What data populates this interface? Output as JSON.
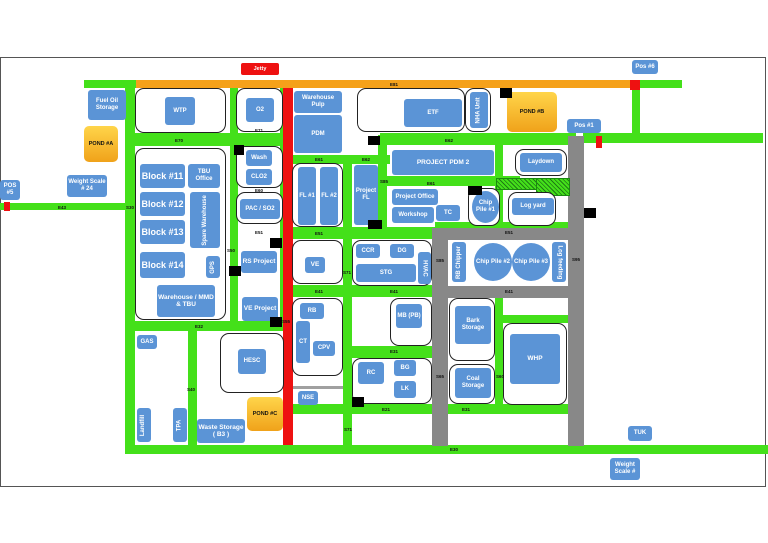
{
  "colors": {
    "road": "#44e01a",
    "main_road": "#f5a11a",
    "rail": "#ee1111",
    "internal_road": "#888888",
    "building": "#5b94d6",
    "pond": "#f0a21a"
  },
  "jetty": "Jetty",
  "ponds": {
    "a": "POND #A",
    "b": "POND #B",
    "c": "POND #C"
  },
  "posts": {
    "pos6": "Pos #6",
    "pos1": "Pos #1",
    "pos5": "POS #5",
    "tuk": "TUK"
  },
  "weight": {
    "w24": "Weight Scale # 24",
    "wf": "Weight Scale #"
  },
  "roads": {
    "e81": "E81",
    "e70": "E70",
    "e71": "E71",
    "e61": "E61",
    "e62": "E62",
    "e60": "E60",
    "e51": "E51",
    "e41": "E41",
    "e32": "E32",
    "e31": "E31",
    "e21": "E21",
    "e11": "E11",
    "e43": "E43",
    "e30": "E30",
    "e53": "E53",
    "e40": "E40",
    "s30": "S30",
    "s50": "S50",
    "s40": "S40",
    "s55": "S55",
    "s71": "S71",
    "s85": "S85",
    "s61": "S61",
    "s65": "S65",
    "s60": "S60",
    "s95": "S95",
    "s51": "S51"
  },
  "buildings": {
    "fuel_oil": "Fuel Oil Storage",
    "wtp": "WTP",
    "o2": "O2",
    "warehouse_pulp": "Warehouse Pulp",
    "pdm": "PDM",
    "etf": "ETF",
    "nha": "NHA Unit",
    "block11": "Block #11",
    "tbu_office": "TBU Office",
    "block12": "Block #12",
    "block13": "Block #13",
    "block14": "Block #14",
    "spare_wh": "Spare Warehouse",
    "gps": "GPS",
    "wh_mmd": "Warehouse / MMD & TBU",
    "wash": "Wash",
    "clo2": "CLO2",
    "pac": "PAC / SO2",
    "fl1": "FL #1",
    "fl2": "FL #2",
    "project_fl": "Project FL",
    "project_pdm2": "PROJECT PDM 2",
    "laydown": "Laydown",
    "project_office": "Project Office",
    "workshop": "Workshop",
    "tc": "TC",
    "chip1": "Chip Pile #1",
    "log_yard": "Log yard",
    "rs_project": "RS Project",
    "ve": "VE",
    "ccr": "CCR",
    "dg": "DG",
    "stg": "STG",
    "hvac": "HVAC",
    "rb_chipper": "RB Chipper",
    "chip2": "Chip Pile #2",
    "chip3": "Chip Pile #3",
    "log_feeding": "Log feeding",
    "ve_project": "VE Project",
    "rb": "RB",
    "ct": "CT",
    "cpv": "CPV",
    "mb": "MB (PB)",
    "bark": "Bark Storage",
    "hesc": "HESC",
    "rc": "RC",
    "bg": "BG",
    "lk": "LK",
    "coal": "Coal Storage",
    "whp": "WHP",
    "gas": "GAS",
    "nse": "NSE",
    "landfill": "Landfill",
    "tpa": "TPA",
    "waste": "Waste Storage ( B3 )"
  }
}
